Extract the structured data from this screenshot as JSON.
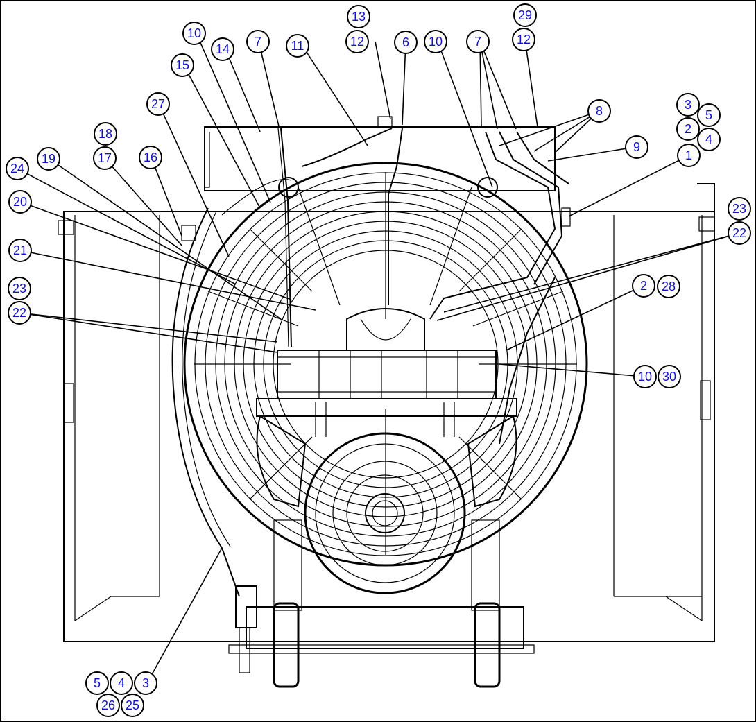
{
  "diagram": {
    "kind": "exploded parts drawing",
    "subject": "engine / radiator fan assembly, front view",
    "callout_text_color": "#1010d0",
    "line_color": "#000000",
    "background": "#ffffff"
  },
  "callouts": [
    {
      "id": "c-13",
      "label": "13"
    },
    {
      "id": "c-12a",
      "label": "12"
    },
    {
      "id": "c-29",
      "label": "29"
    },
    {
      "id": "c-12b",
      "label": "12"
    },
    {
      "id": "c-10a",
      "label": "10"
    },
    {
      "id": "c-14",
      "label": "14"
    },
    {
      "id": "c-7a",
      "label": "7"
    },
    {
      "id": "c-11",
      "label": "11"
    },
    {
      "id": "c-6",
      "label": "6"
    },
    {
      "id": "c-10b",
      "label": "10"
    },
    {
      "id": "c-7b",
      "label": "7"
    },
    {
      "id": "c-15",
      "label": "15"
    },
    {
      "id": "c-27",
      "label": "27"
    },
    {
      "id": "c-18",
      "label": "18"
    },
    {
      "id": "c-17",
      "label": "17"
    },
    {
      "id": "c-16",
      "label": "16"
    },
    {
      "id": "c-19",
      "label": "19"
    },
    {
      "id": "c-24",
      "label": "24"
    },
    {
      "id": "c-20",
      "label": "20"
    },
    {
      "id": "c-21",
      "label": "21"
    },
    {
      "id": "c-23a",
      "label": "23"
    },
    {
      "id": "c-22a",
      "label": "22"
    },
    {
      "id": "c-8",
      "label": "8"
    },
    {
      "id": "c-9",
      "label": "9"
    },
    {
      "id": "c-3a",
      "label": "3"
    },
    {
      "id": "c-5a",
      "label": "5"
    },
    {
      "id": "c-2a",
      "label": "2"
    },
    {
      "id": "c-4a",
      "label": "4"
    },
    {
      "id": "c-1",
      "label": "1"
    },
    {
      "id": "c-23b",
      "label": "23"
    },
    {
      "id": "c-22b",
      "label": "22"
    },
    {
      "id": "c-2b",
      "label": "2"
    },
    {
      "id": "c-28",
      "label": "28"
    },
    {
      "id": "c-10c",
      "label": "10"
    },
    {
      "id": "c-30",
      "label": "30"
    },
    {
      "id": "c-5b",
      "label": "5"
    },
    {
      "id": "c-4b",
      "label": "4"
    },
    {
      "id": "c-3b",
      "label": "3"
    },
    {
      "id": "c-26",
      "label": "26"
    },
    {
      "id": "c-25",
      "label": "25"
    }
  ]
}
